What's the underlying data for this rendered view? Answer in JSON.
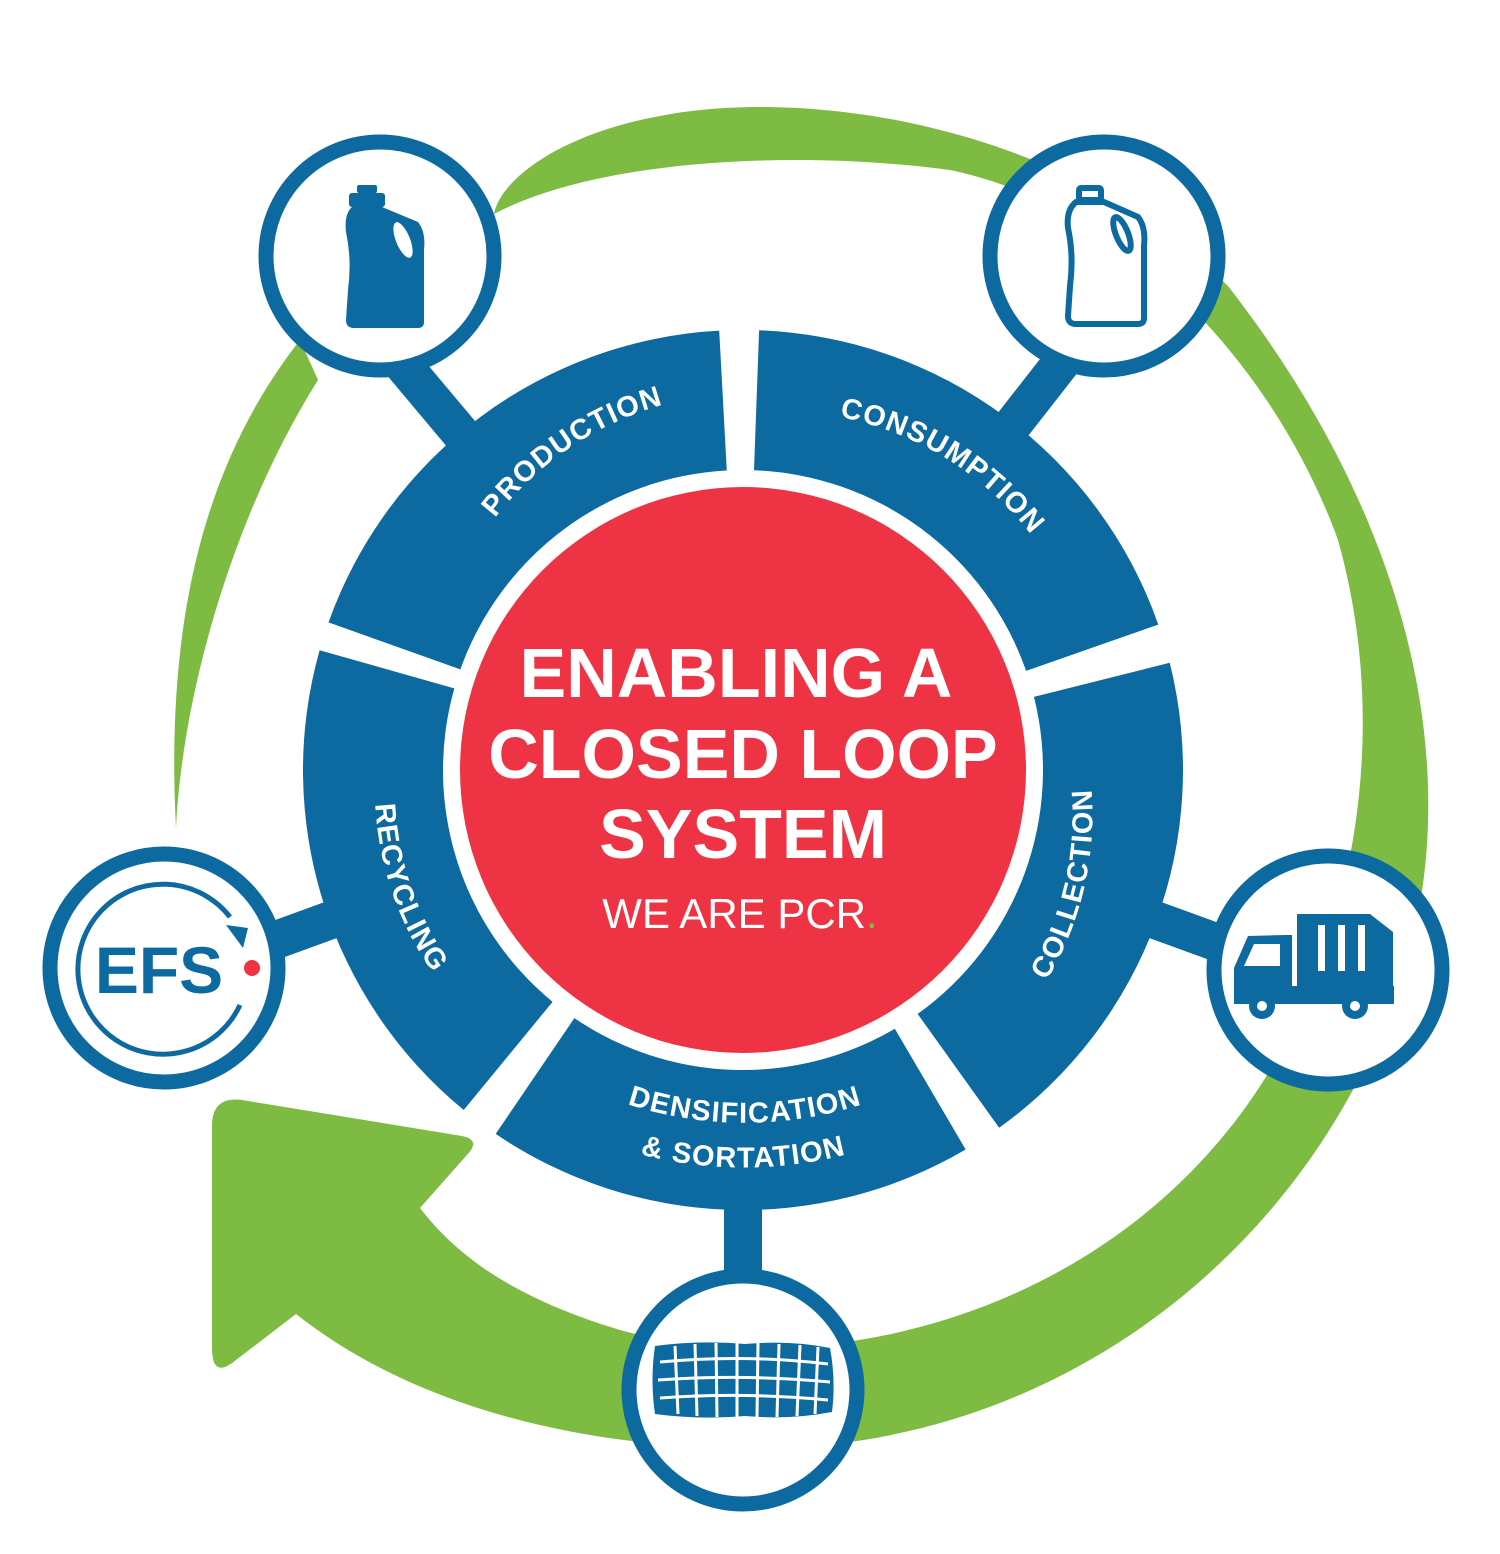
{
  "title": {
    "lines": [
      "ENABLING A",
      "CLOSED LOOP",
      "SYSTEM"
    ],
    "tagline": "WE ARE PCR",
    "tagline_dot": "."
  },
  "stages": [
    {
      "id": "production",
      "label_lines": [
        "PRODUCTION"
      ],
      "icon": "bottle-icon"
    },
    {
      "id": "consumption",
      "label_lines": [
        "CONSUMPTION"
      ],
      "icon": "empty-bottle-icon"
    },
    {
      "id": "collection",
      "label_lines": [
        "COLLECTION"
      ],
      "icon": "truck-icon"
    },
    {
      "id": "densification",
      "label_lines": [
        "DENSIFICATION",
        "& SORTATION"
      ],
      "icon": "bale-icon"
    },
    {
      "id": "recycling",
      "label_lines": [
        "RECYCLING"
      ],
      "icon": "efs-logo"
    }
  ],
  "logo": {
    "text": "EFS"
  },
  "colors": {
    "blue": "#0d6aa0",
    "red": "#ee3444",
    "green": "#7dbb42",
    "white": "#ffffff"
  }
}
